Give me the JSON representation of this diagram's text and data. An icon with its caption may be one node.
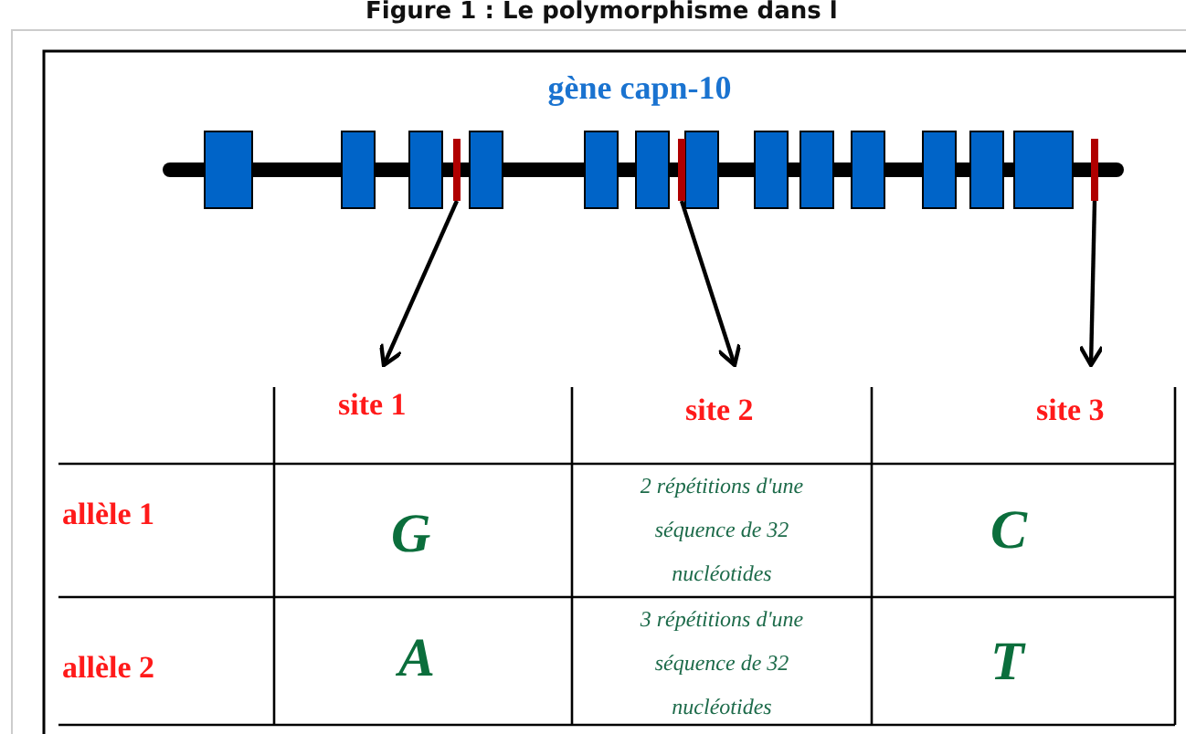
{
  "diagram": {
    "title": "Figure 1 : Le polymorphisme dans l",
    "nodes": [
      {
        "text": [],
        "shape": "bar"
      },
      {
        "text": [],
        "shape": "bar"
      },
      {
        "text": [],
        "shape": "bar"
      },
      {
        "text": [
          "site 1"
        ]
      },
      {
        "text": [
          "site 2"
        ]
      },
      {
        "text": [
          "site 3"
        ]
      }
    ],
    "edges": [
      {
        "from": 0,
        "to": 3,
        "arrow": "to"
      },
      {
        "from": 1,
        "to": 4,
        "arrow": "to"
      },
      {
        "from": 2,
        "to": 5,
        "arrow": "to"
      }
    ],
    "labels": [
      "gène capn-10",
      "allèle 1",
      "G",
      "2 répétitions d'une séquence de 32 nucléotides",
      "C",
      "allèle 2",
      "A",
      "3 répétitions d'une séquence de 32 nucléotides",
      "T"
    ]
  }
}
